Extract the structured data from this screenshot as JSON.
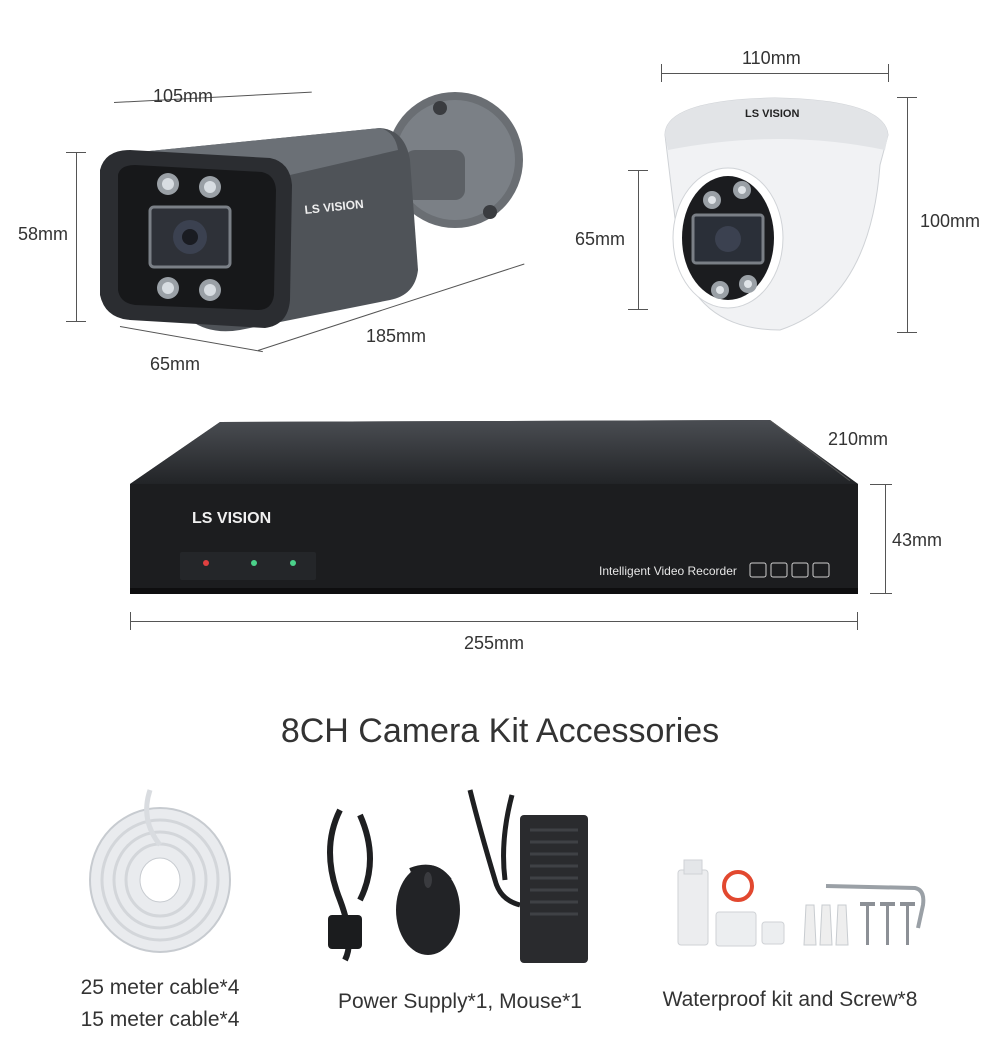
{
  "brand": "LS VISION",
  "bullet_camera": {
    "dims": {
      "length": "105mm",
      "height": "58mm",
      "width": "65mm",
      "depth": "185mm"
    }
  },
  "dome_camera": {
    "dims": {
      "width": "110mm",
      "body_height": "65mm",
      "height": "100mm"
    }
  },
  "nvr": {
    "label": "Intelligent Video Recorder",
    "dims": {
      "depth": "210mm",
      "height": "43mm",
      "width": "255mm"
    }
  },
  "accessories": {
    "heading": "8CH Camera Kit Accessories",
    "items": [
      {
        "line1": "25 meter cable*4",
        "line2": "15 meter cable*4",
        "icon": "cable-coil-icon"
      },
      {
        "line1": "Power Supply*1, Mouse*1",
        "icon": "power-supply-icon"
      },
      {
        "line1": "Waterproof kit and Screw*8",
        "icon": "waterproof-kit-icon"
      }
    ]
  }
}
